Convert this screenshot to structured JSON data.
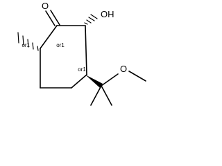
{
  "molecule": {
    "atoms": {
      "carbonyl_oxygen": "O",
      "hydroxyl": "OH",
      "ether_oxygen": "O"
    },
    "stereo_labels": {
      "c1": "or1",
      "c2": "or1",
      "c3": "or1"
    }
  }
}
